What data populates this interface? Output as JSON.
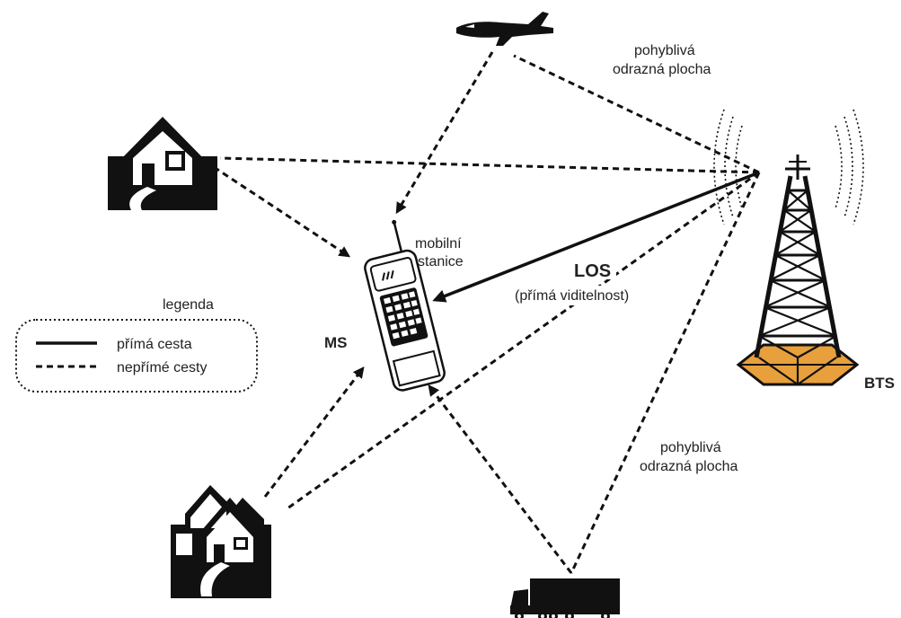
{
  "labels": {
    "aircraft_reflector": [
      "pohyblivá",
      "odrazná plocha"
    ],
    "truck_reflector": [
      "pohyblivá",
      "odrazná plocha"
    ],
    "mobile_station": [
      "mobilní",
      "stanice"
    ],
    "ms": "MS",
    "los": "LOS",
    "los_sub": "(přímá viditelnost)",
    "bts": "BTS"
  },
  "legend": {
    "title": "legenda",
    "items": [
      {
        "style": "solid",
        "label": "přímá cesta"
      },
      {
        "style": "dashed",
        "label": "nepřímé cesty"
      }
    ]
  },
  "icons": {
    "house": "house-icon",
    "houses": "houses-icon",
    "aircraft": "airplane-icon",
    "truck": "truck-icon",
    "phone": "mobile-phone-icon",
    "tower": "bts-tower-icon"
  },
  "colors": {
    "tower_base": "#e8a03c",
    "ink": "#111111"
  }
}
